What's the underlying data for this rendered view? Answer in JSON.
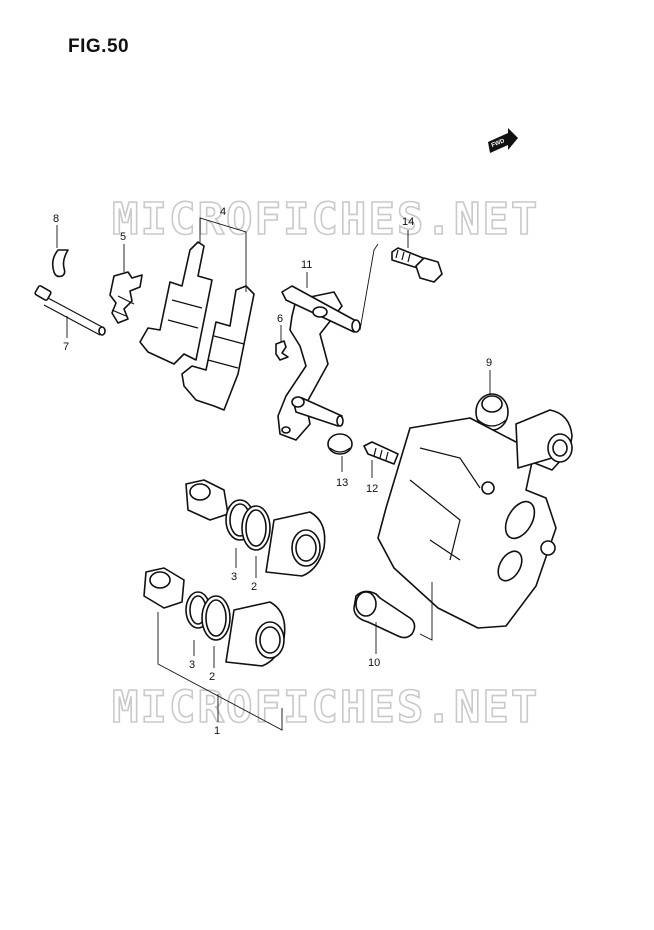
{
  "figure": {
    "title": "FIG.50",
    "fwd_label": "FWD"
  },
  "watermark": {
    "text": "MICROFICHES.NET"
  },
  "callouts": {
    "c1": "1",
    "c2a": "2",
    "c2b": "2",
    "c3a": "3",
    "c3b": "3",
    "c4": "4",
    "c5": "5",
    "c6": "6",
    "c7": "7",
    "c8": "8",
    "c9": "9",
    "c10": "10",
    "c11": "11",
    "c12": "12",
    "c13": "13",
    "c14": "14"
  }
}
